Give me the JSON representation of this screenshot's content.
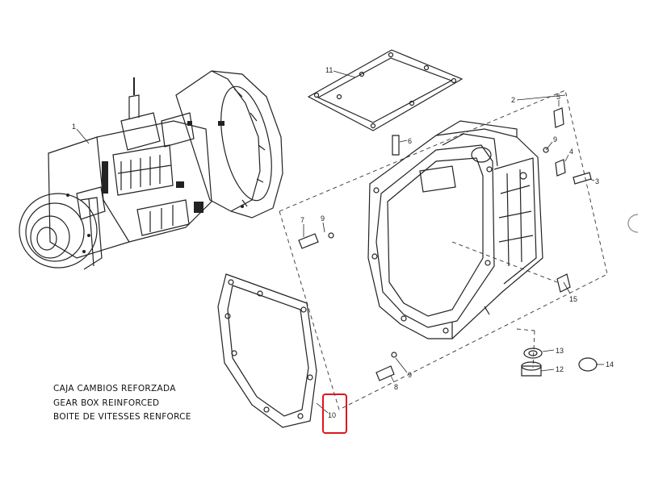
{
  "caption": {
    "line1": "CAJA CAMBIOS REFORZADA",
    "line2": "GEAR BOX REINFORCED",
    "line3": "BOITE DE VITESSES RENFORCE"
  },
  "parts": {
    "p1": "1",
    "p2": "2",
    "p3": "3",
    "p4": "4",
    "p5": "5",
    "p6": "6",
    "p7": "7",
    "p8": "8",
    "p9a": "9",
    "p9b": "9",
    "p9c": "9",
    "p10": "10",
    "p11": "11",
    "p12": "12",
    "p13": "13",
    "p14": "14",
    "p15": "15"
  },
  "highlight": {
    "part": "10",
    "color": "#e0141c"
  }
}
